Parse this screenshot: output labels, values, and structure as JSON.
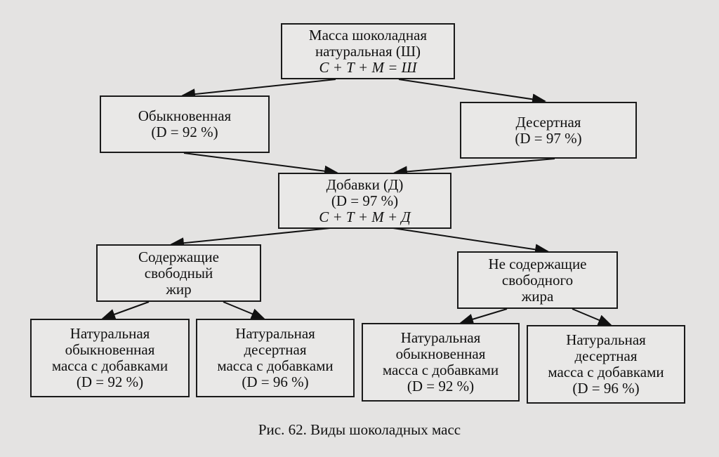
{
  "nodes": {
    "root": {
      "lines": [
        "Масса шоколадная",
        "натуральная (Ш)",
        "С + Т + М = Ш"
      ]
    },
    "ordinary": {
      "lines": [
        "Обыкновенная",
        "(D = 92 %)"
      ]
    },
    "dessert": {
      "lines": [
        "Десертная",
        "(D = 97 %)"
      ]
    },
    "additives": {
      "lines": [
        "Добавки (Д)",
        "(D = 97 %)",
        "С + Т + М + Д"
      ]
    },
    "with_fat": {
      "lines": [
        "Содержащие",
        "свободный",
        "жир"
      ]
    },
    "without_fat": {
      "lines": [
        "Не содержащие",
        "свободного",
        "жира"
      ]
    },
    "leaf1": {
      "lines": [
        "Натуральная",
        "обыкновенная",
        "масса с добавками",
        "(D = 92 %)"
      ]
    },
    "leaf2": {
      "lines": [
        "Натуральная",
        "десертная",
        "масса с добавками",
        "(D = 96 %)"
      ]
    },
    "leaf3": {
      "lines": [
        "Натуральная",
        "обыкновенная",
        "масса с добавками",
        "(D = 92 %)"
      ]
    },
    "leaf4": {
      "lines": [
        "Натуральная",
        "десертная",
        "масса с добавками",
        "(D = 96 %)"
      ]
    }
  },
  "caption": "Рис. 62. Виды шоколадных масс"
}
